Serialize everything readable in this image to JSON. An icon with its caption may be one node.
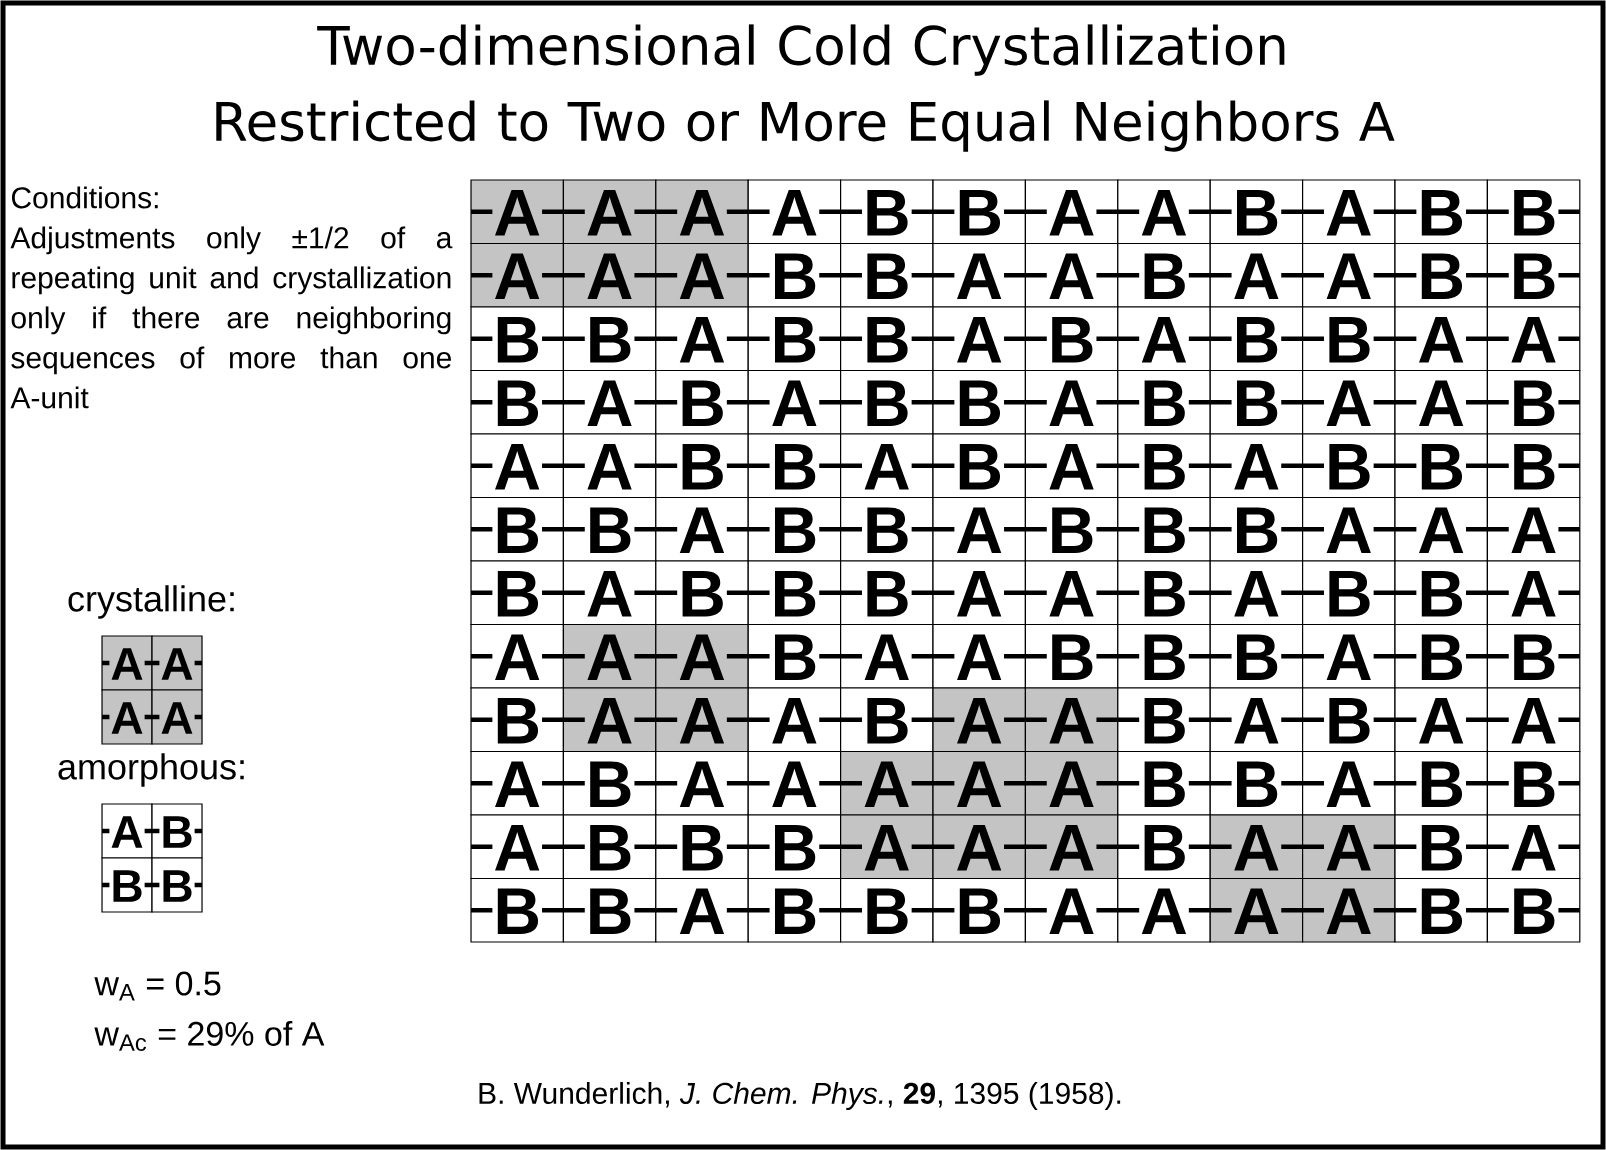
{
  "diagram": {
    "title": "Two-dimensional Cold Crystallization Restricted to Two or More Equal Neighbors A",
    "caption": "B. Wunderlich, *J. Chem. Phys.*, **29**, 1395 (1958).",
    "labels": [
      "Conditions:",
      "Adjustments only ±1/2 of a repeating unit and crystallization only if there are neighboring sequences of more than one A-unit",
      "crystalline:",
      "A",
      "A",
      "A",
      "A",
      "amorphous:",
      "A",
      "B",
      "B",
      "B",
      "w$_{A}$ = 0.5",
      "w$_{Ac}$ = 29% of A",
      "A",
      "A",
      "A",
      "A",
      "B",
      "B",
      "A",
      "A",
      "B",
      "A",
      "B",
      "B",
      "A",
      "A",
      "A",
      "B",
      "B",
      "A",
      "A",
      "B",
      "A",
      "A",
      "B",
      "B",
      "B",
      "B",
      "A",
      "B",
      "B",
      "A",
      "B",
      "A",
      "B",
      "B",
      "A",
      "A",
      "B",
      "A",
      "B",
      "A",
      "B",
      "B",
      "A",
      "B",
      "B",
      "A",
      "A",
      "B",
      "A",
      "A",
      "B",
      "B",
      "A",
      "B",
      "A",
      "B",
      "A",
      "B",
      "B",
      "B",
      "B",
      "B",
      "A",
      "B",
      "B",
      "A",
      "B",
      "B",
      "B",
      "A",
      "A",
      "A",
      "B",
      "A",
      "B",
      "B",
      "B",
      "A",
      "A",
      "B",
      "A",
      "B",
      "B",
      "A",
      "A",
      "A",
      "A",
      "B",
      "A",
      "A",
      "B",
      "B",
      "B",
      "A",
      "B",
      "B",
      "B",
      "A",
      "A",
      "A",
      "B",
      "A",
      "A",
      "B",
      "A",
      "B",
      "A",
      "A",
      "A",
      "B",
      "A",
      "A",
      "A",
      "A",
      "A",
      "B",
      "B",
      "A",
      "B",
      "B",
      "A",
      "B",
      "B",
      "B",
      "A",
      "A",
      "A",
      "B",
      "A",
      "A",
      "B",
      "A",
      "B",
      "B",
      "A",
      "B",
      "B",
      "B",
      "A",
      "A",
      "A",
      "A",
      "B",
      "B"
    ]
  }
}
